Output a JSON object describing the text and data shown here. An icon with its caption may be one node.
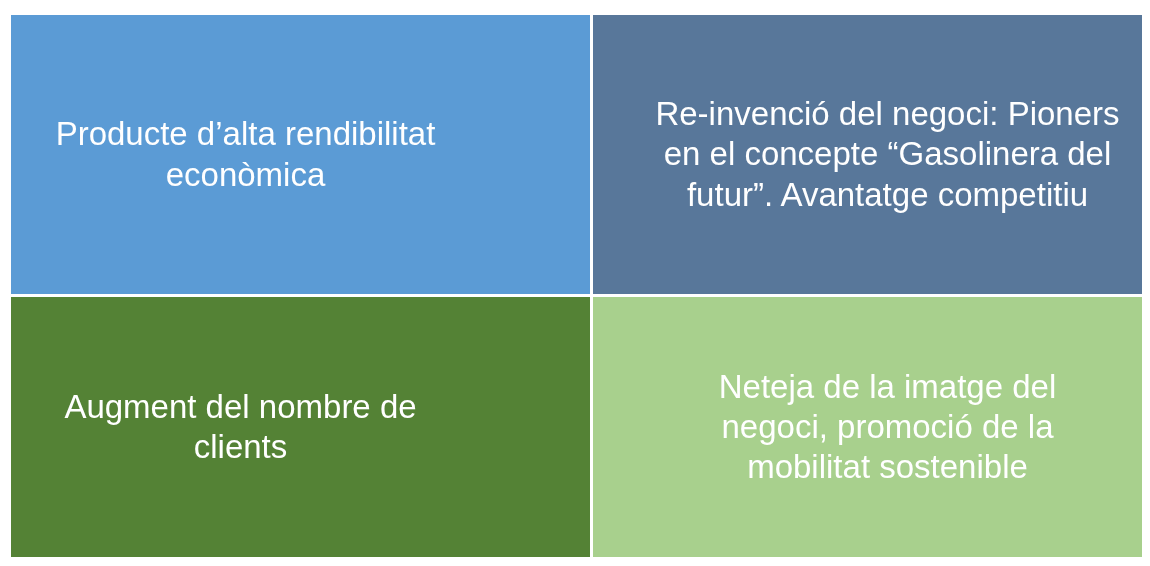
{
  "diagram": {
    "nodes": [
      {
        "text": [
          "Producte d’alta rendibilitat econòmica"
        ]
      },
      {
        "text": [
          "Re-invenció del negoci: Pioners en el concepte “Gasolinera del futur”. Avantatge competitiu"
        ]
      },
      {
        "text": [
          "Augment del nombre de clients"
        ]
      },
      {
        "text": [
          "Neteja de la imatge del negoci, promoció de la mobilitat sostenible"
        ]
      }
    ]
  }
}
